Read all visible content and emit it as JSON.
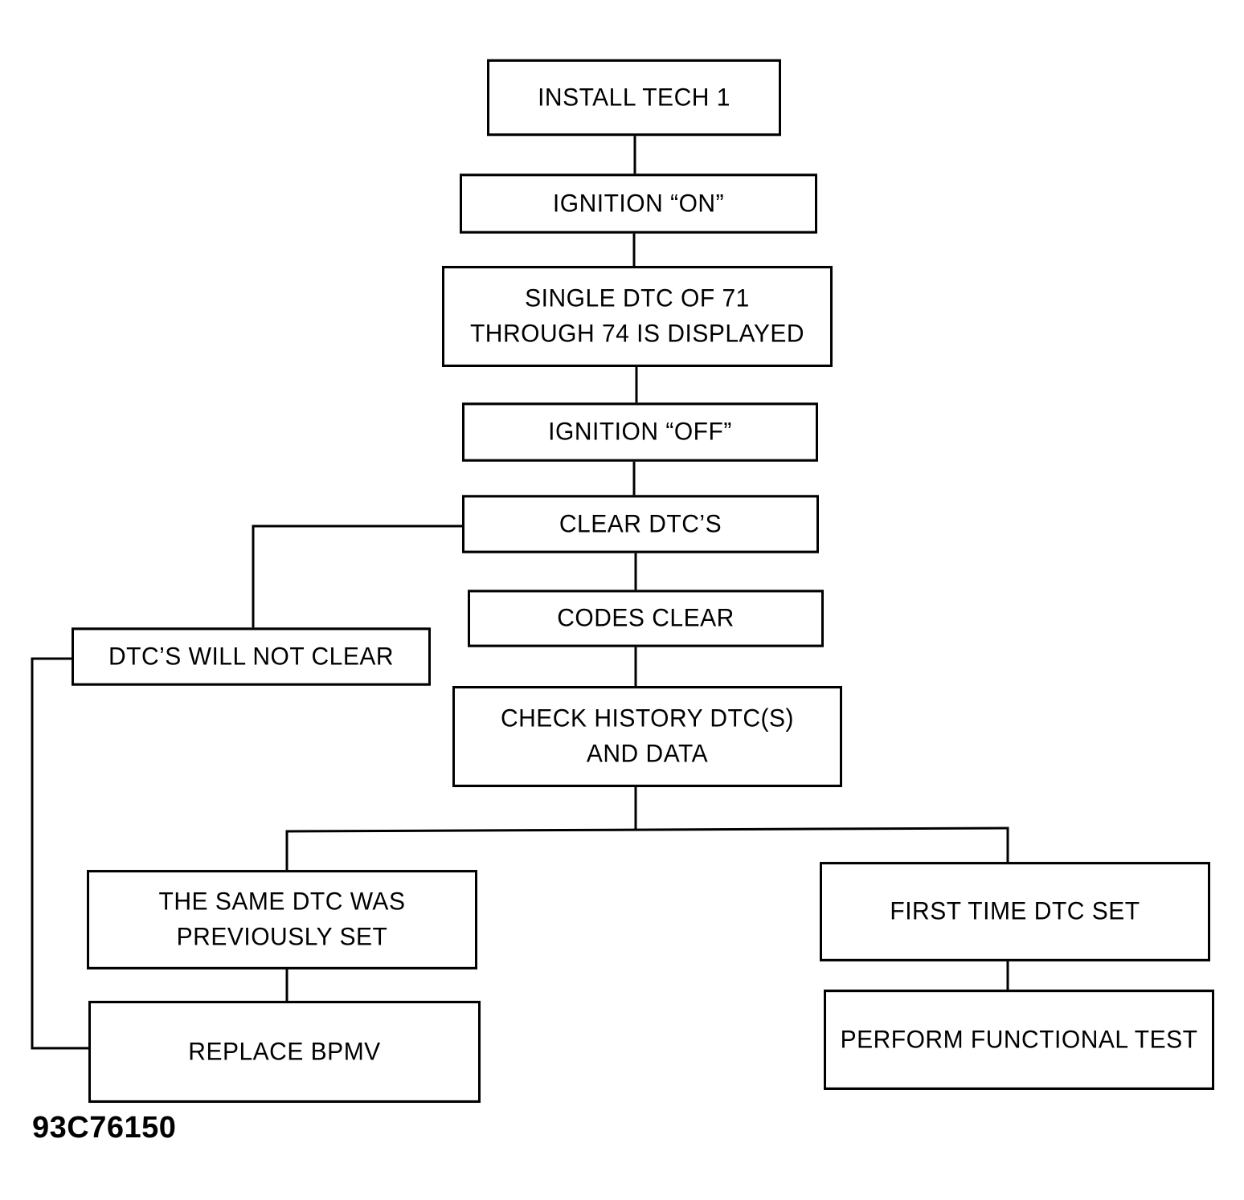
{
  "diagram": {
    "nodes": {
      "install_tech": {
        "lines": [
          "INSTALL TECH 1"
        ]
      },
      "ignition_on": {
        "lines": [
          "IGNITION “ON”"
        ]
      },
      "single_dtc": {
        "lines": [
          "SINGLE DTC OF 71",
          "THROUGH 74 IS DISPLAYED"
        ]
      },
      "ignition_off": {
        "lines": [
          "IGNITION “OFF”"
        ]
      },
      "clear_dtcs": {
        "lines": [
          "CLEAR DTC’S"
        ]
      },
      "codes_clear": {
        "lines": [
          "CODES CLEAR"
        ]
      },
      "will_not_clear": {
        "lines": [
          "DTC’S WILL NOT CLEAR"
        ]
      },
      "check_history": {
        "lines": [
          "CHECK HISTORY DTC(S)",
          "AND DATA"
        ]
      },
      "same_dtc": {
        "lines": [
          "THE SAME DTC WAS",
          "PREVIOUSLY SET"
        ]
      },
      "first_time": {
        "lines": [
          "FIRST TIME DTC SET"
        ]
      },
      "replace_bpmv": {
        "lines": [
          "REPLACE BPMV"
        ]
      },
      "functional_test": {
        "lines": [
          "PERFORM FUNCTIONAL TEST"
        ]
      }
    },
    "edges": [
      [
        "install_tech",
        "ignition_on"
      ],
      [
        "ignition_on",
        "single_dtc"
      ],
      [
        "single_dtc",
        "ignition_off"
      ],
      [
        "ignition_off",
        "clear_dtcs"
      ],
      [
        "clear_dtcs",
        "codes_clear"
      ],
      [
        "clear_dtcs",
        "will_not_clear"
      ],
      [
        "codes_clear",
        "check_history"
      ],
      [
        "check_history",
        "same_dtc"
      ],
      [
        "check_history",
        "first_time"
      ],
      [
        "same_dtc",
        "replace_bpmv"
      ],
      [
        "will_not_clear",
        "replace_bpmv"
      ],
      [
        "first_time",
        "functional_test"
      ]
    ],
    "figure_id": "93C76150"
  }
}
